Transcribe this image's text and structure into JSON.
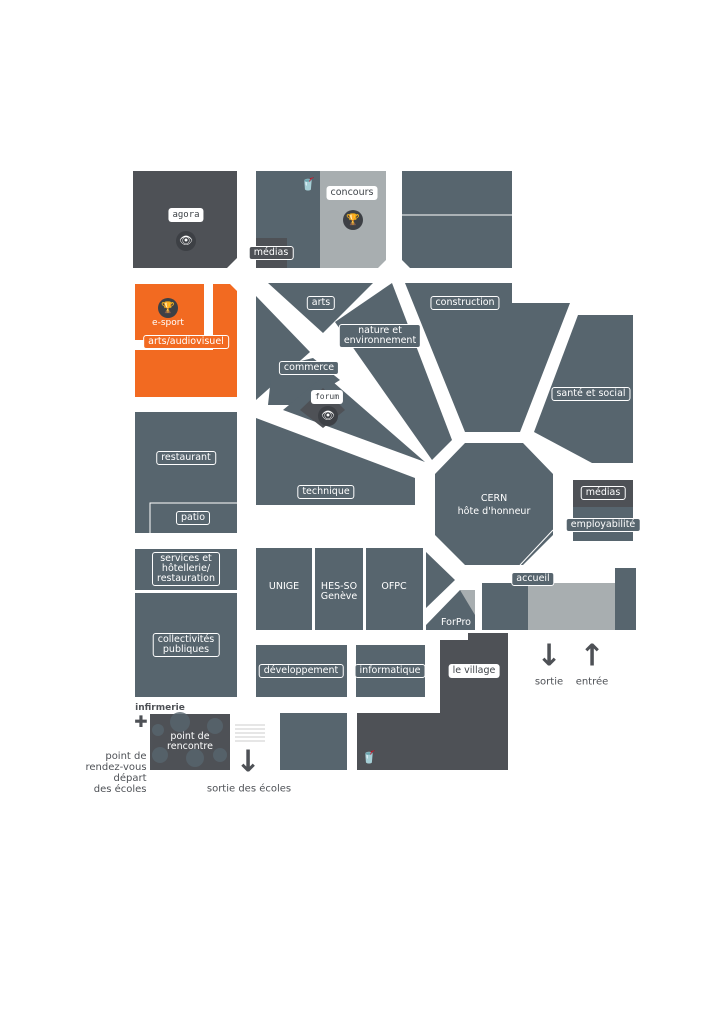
{
  "colors": {
    "slate": "#57656e",
    "dark": "#4e5156",
    "light": "#a8aeb0",
    "orange": "#f26a21"
  },
  "zones": {
    "agora": "agora",
    "concours": "concours",
    "medias_top": "médias",
    "esport": "e-sport",
    "arts_audiovisuel": "arts/audiovisuel",
    "arts": "arts",
    "nature": "nature et\nenvironnement",
    "construction": "construction",
    "commerce": "commerce",
    "forum": "forum",
    "sante": "santé et social",
    "restaurant": "restaurant",
    "patio": "patio",
    "technique": "technique",
    "cern_1": "CERN",
    "cern_2": "hôte d'honneur",
    "medias_right": "médias",
    "employabilite": "employabilité",
    "services": "services et\nhôtellerie/\nrestauration",
    "unige": "UNIGE",
    "hesso": "HES-SO\nGenève",
    "ofpc": "OFPC",
    "accueil": "accueil",
    "forpro": "ForPro",
    "collectivites": "collectivités\npubliques",
    "developpement": "développement",
    "informatique": "informatique",
    "village": "le village",
    "infirmerie": "infirmerie",
    "point_rencontre": "point de\nrencontre",
    "rendez_vous": "point de\nrendez-vous\ndépart\ndes écoles",
    "sortie_ecoles": "sortie des écoles",
    "sortie": "sortie",
    "entree": "entrée"
  },
  "icons": {
    "trophy": "trophy-icon",
    "eye": "eye-icon",
    "drink": "drink-icon",
    "cross": "first-aid-cross-icon"
  }
}
